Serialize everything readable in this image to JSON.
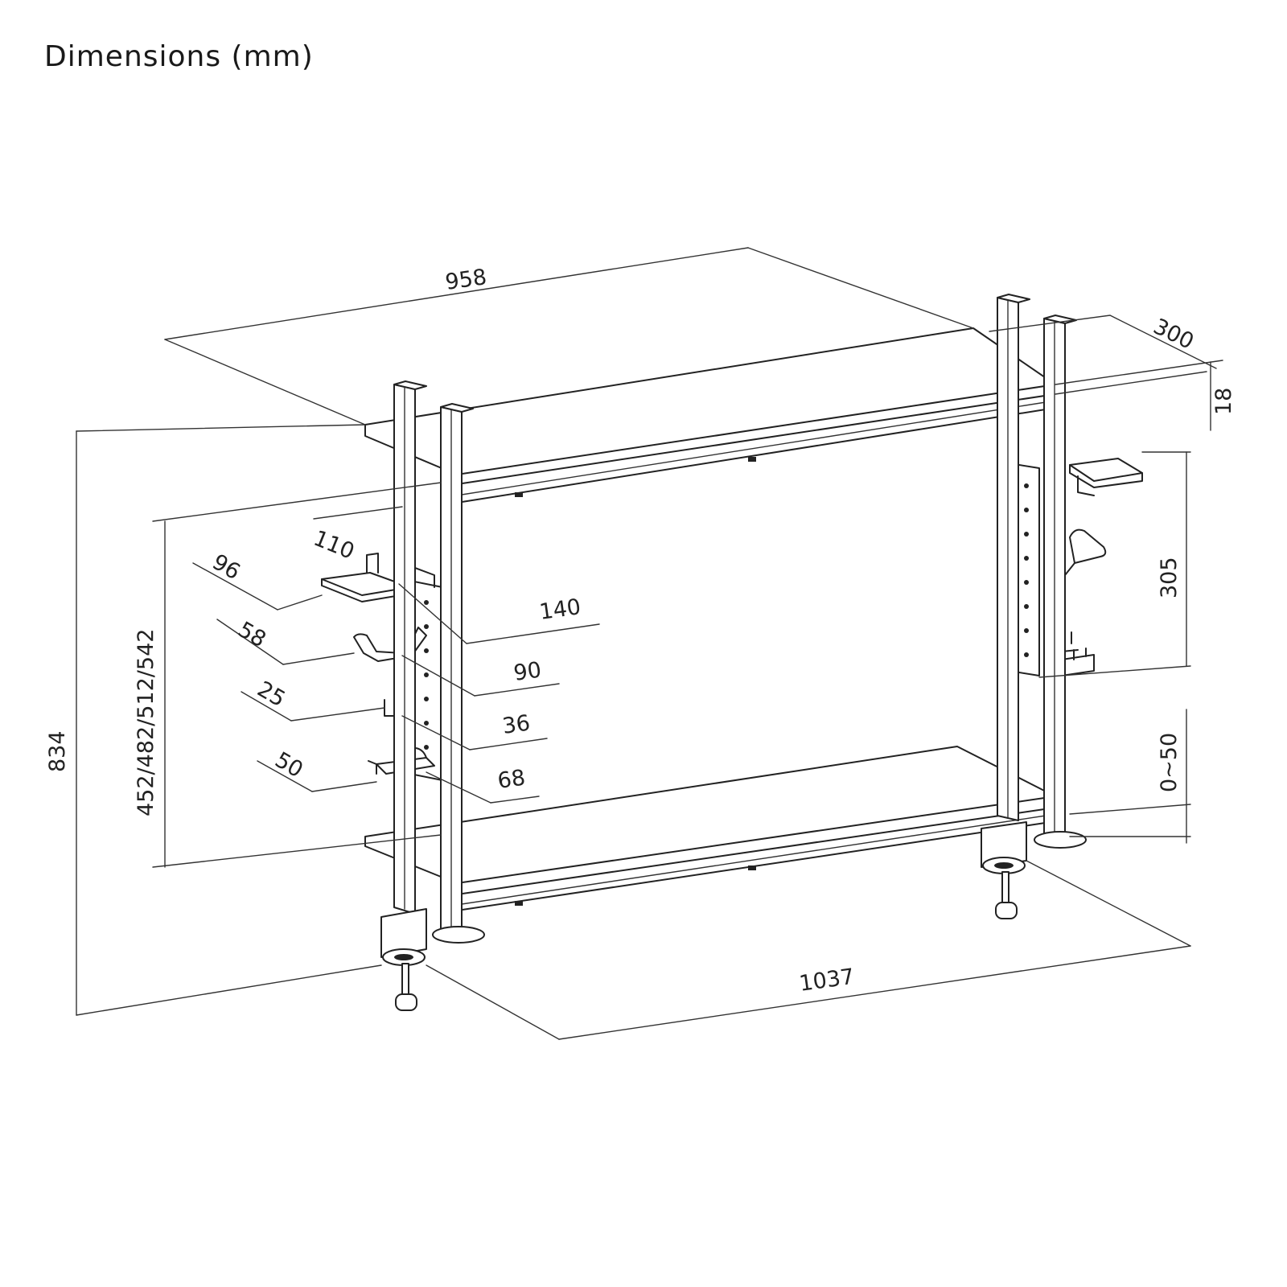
{
  "title": "Dimensions (mm)",
  "dimensions": {
    "shelf_width": "958",
    "shelf_depth": "300",
    "shelf_thickness": "18",
    "total_height": "834",
    "shelf_height_options": "452/482/512/542",
    "side_shelf_spacing": "305",
    "clamp_range": "0~50",
    "base_width": "1037",
    "acc_top_hook": "110",
    "acc_tray_depth": "96",
    "acc_tray_width": "140",
    "acc_holder_depth": "58",
    "acc_holder_width": "90",
    "acc_hook_depth": "25",
    "acc_hook_width": "36",
    "acc_headphone_depth": "50",
    "acc_headphone_width": "68"
  }
}
